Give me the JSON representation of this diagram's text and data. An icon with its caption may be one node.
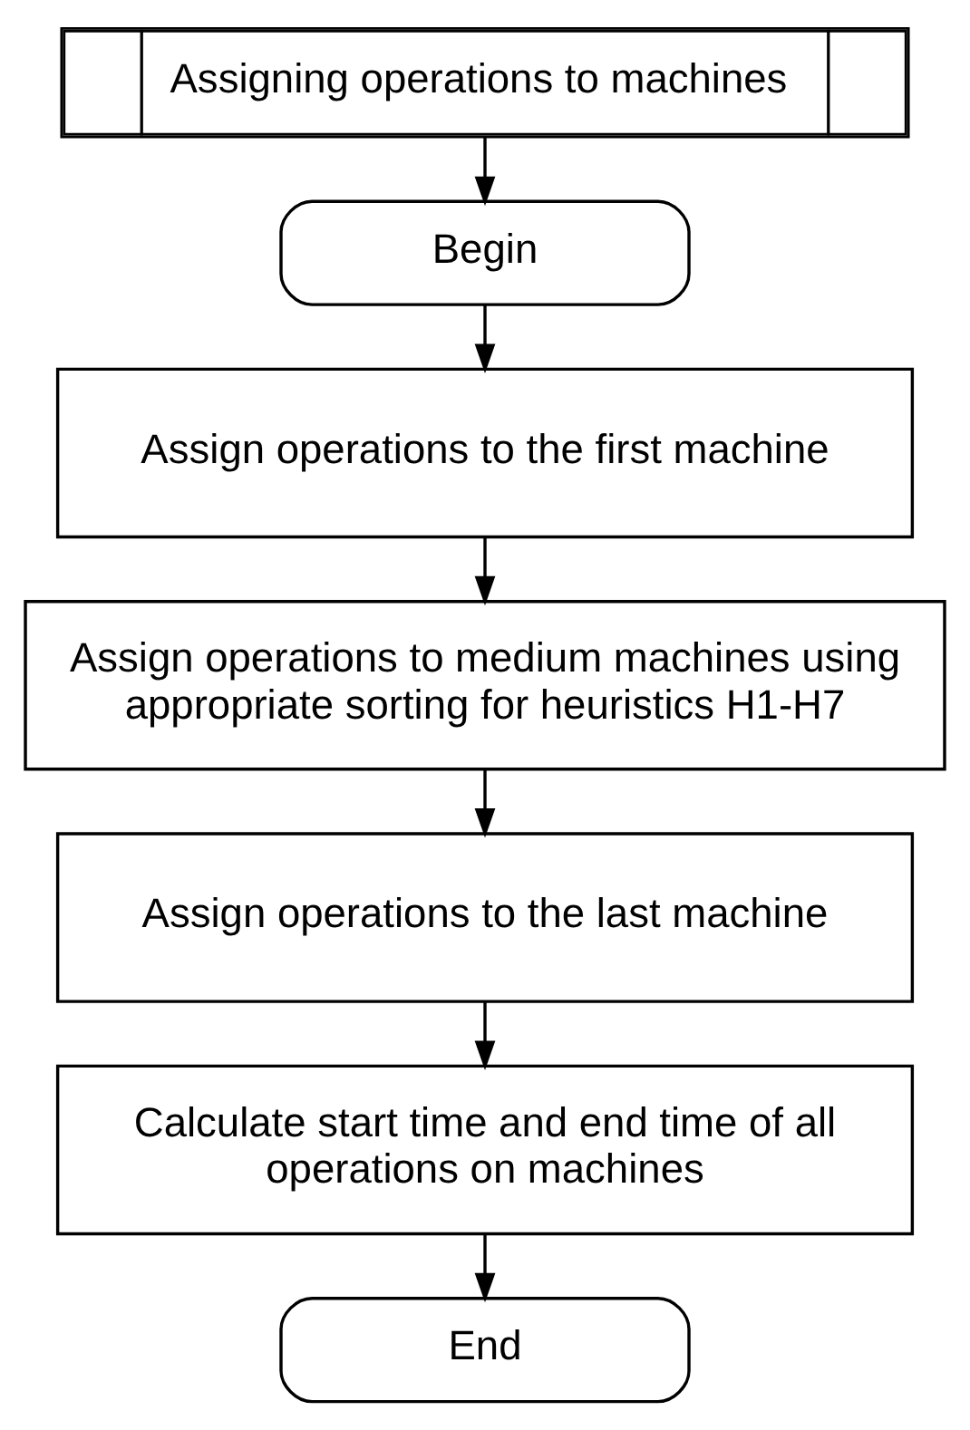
{
  "diagram": {
    "nodes": [
      {
        "text": [
          "Assigning operations to machines"
        ]
      },
      {
        "text": [
          "Begin"
        ]
      },
      {
        "text": [
          "Assign operations to the first machine"
        ]
      },
      {
        "text": [
          "Assign operations to medium machines using appropriate sorting for heuristics H1-H7"
        ]
      },
      {
        "text": [
          "Assign operations to the last machine"
        ]
      },
      {
        "text": [
          "Calculate start time and end time of all operations on machines"
        ]
      },
      {
        "text": [
          "End"
        ]
      }
    ],
    "edges": [
      {
        "from": 0,
        "to": 1,
        "arrow": "to"
      },
      {
        "from": 1,
        "to": 2,
        "arrow": "to"
      },
      {
        "from": 2,
        "to": 3,
        "arrow": "to"
      },
      {
        "from": 3,
        "to": 4,
        "arrow": "to"
      },
      {
        "from": 4,
        "to": 5,
        "arrow": "to"
      },
      {
        "from": 5,
        "to": 6,
        "arrow": "to"
      }
    ]
  }
}
